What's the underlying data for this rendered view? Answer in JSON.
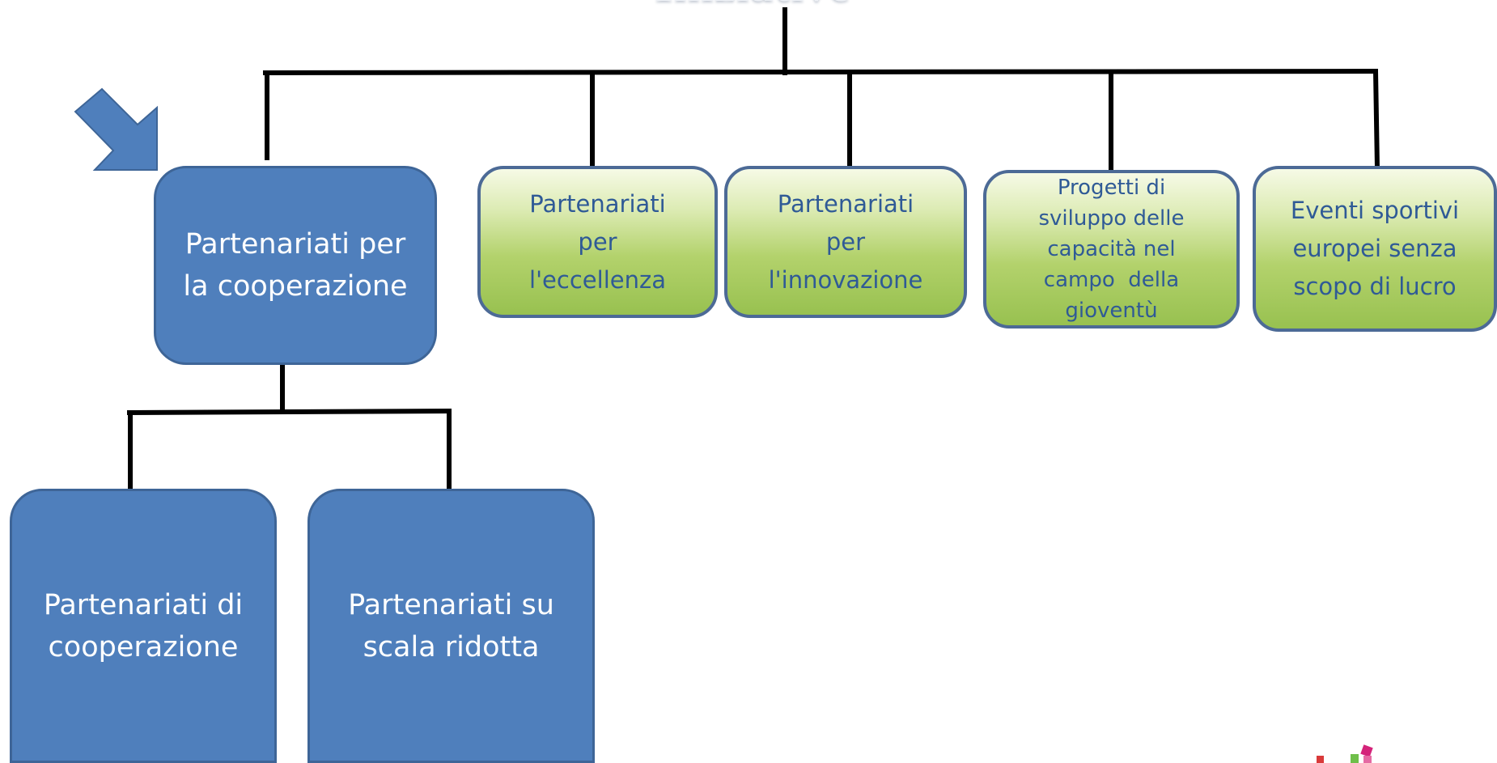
{
  "title": "Iniziative",
  "nodes": {
    "cooperazione": [
      "Partenariati per",
      "la cooperazione"
    ],
    "eccellenza": [
      "Partenariati",
      "per",
      "l'eccellenza"
    ],
    "innovazione": [
      "Partenariati",
      "per",
      "l'innovazione"
    ],
    "gioventu": [
      "Progetti di",
      "sviluppo delle",
      "capacità nel",
      "campo  della",
      "gioventù"
    ],
    "sport": [
      "Eventi sportivi",
      "europei senza",
      "scopo di lucro"
    ],
    "cooperazione_sub": [
      "Partenariati di",
      "cooperazione"
    ],
    "ridotta": [
      "Partenariati su",
      "scala ridotta"
    ]
  },
  "colors": {
    "blue_fill": "#4f7fbc",
    "blue_border": "#3e6597",
    "green_fill": "#b3d26c",
    "green_border": "#4c6a96",
    "green_text": "#2f5a96",
    "connector": "#000000",
    "arrow_fill": "#4f7fbc"
  },
  "icons": {
    "pointer": "arrow-down-right-icon",
    "logo": "logo-mark"
  }
}
